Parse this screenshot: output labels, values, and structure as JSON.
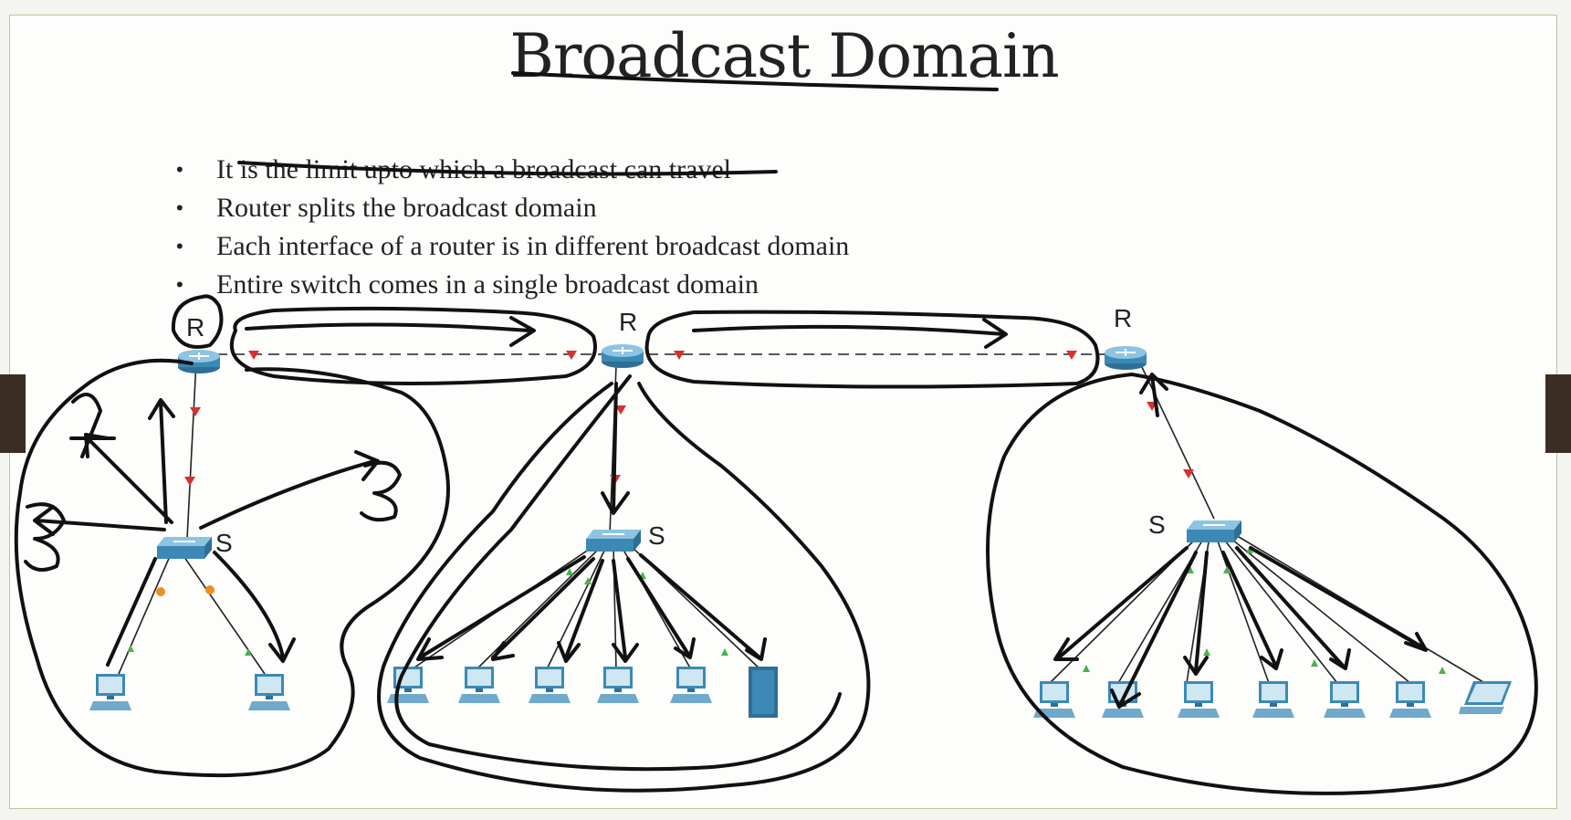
{
  "slide": {
    "title": "Broadcast Domain",
    "bullets": [
      "It is the limit upto which a broadcast can travel",
      "Router splits the broadcast domain",
      "Each interface of a router is in different broadcast domain",
      "Entire switch comes in a single broadcast domain"
    ]
  },
  "diagram": {
    "labels": {
      "router_left": "R",
      "router_middle": "R",
      "router_right": "R",
      "switch_left": "S",
      "switch_middle": "S",
      "switch_right": "S"
    },
    "colors": {
      "device_blue": "#3c89b5",
      "link_red": "#d93030",
      "port_green": "#4caf50",
      "port_orange": "#f08c1e",
      "ink": "#111111"
    }
  }
}
